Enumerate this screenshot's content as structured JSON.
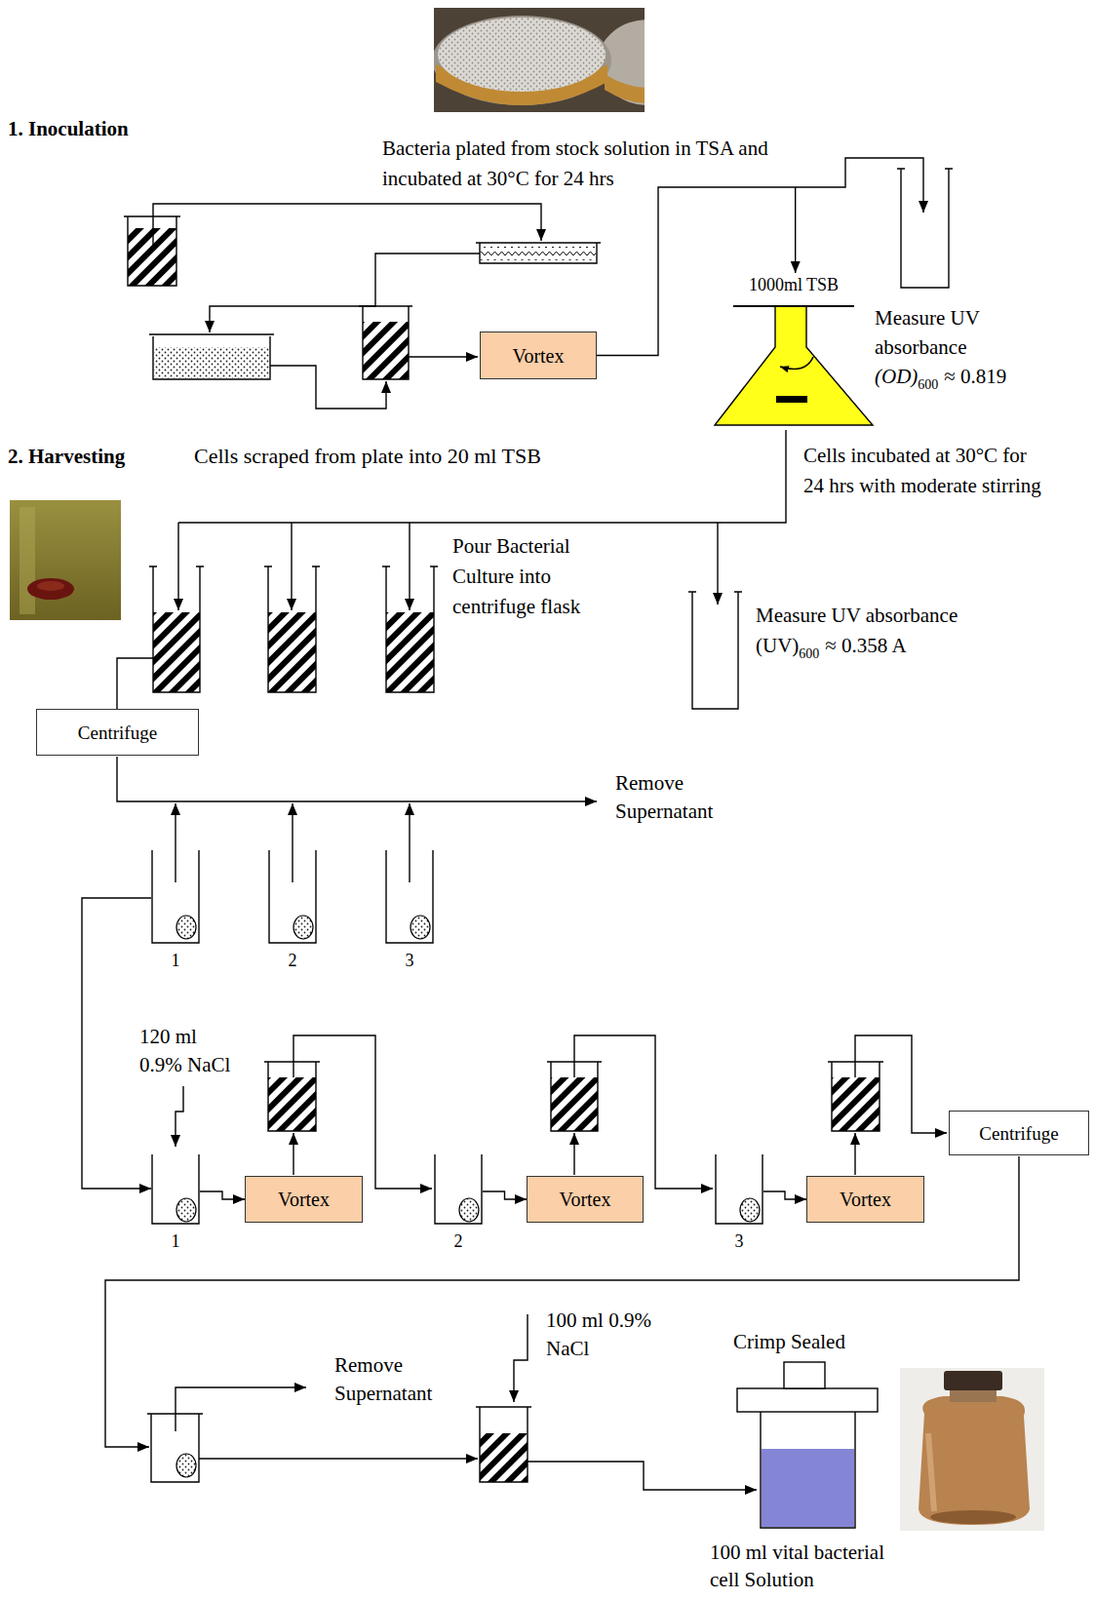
{
  "diagram": {
    "nodes": [
      {
        "text": [
          "Vortex"
        ]
      },
      {
        "text": [
          "1000ml TSB"
        ]
      },
      {
        "text": [
          "Centrifuge"
        ]
      },
      {
        "text": [
          "1"
        ]
      },
      {
        "text": [
          "2"
        ]
      },
      {
        "text": [
          "3"
        ]
      },
      {
        "text": [
          "1"
        ]
      },
      {
        "text": [
          "Vortex"
        ]
      },
      {
        "text": [
          "2"
        ]
      },
      {
        "text": [
          "Vortex"
        ]
      },
      {
        "text": [
          "3"
        ]
      },
      {
        "text": [
          "Vortex"
        ]
      },
      {
        "text": [
          "Centrifuge"
        ]
      }
    ],
    "edges": [
      {
        "from": 0,
        "to": 1,
        "arrow": "to"
      },
      {
        "from": 3,
        "to": 6,
        "arrow": "to"
      },
      {
        "from": 6,
        "to": 7,
        "arrow": "to"
      },
      {
        "from": 8,
        "to": 9,
        "arrow": "to"
      },
      {
        "from": 10,
        "to": 11,
        "arrow": "to"
      }
    ],
    "labels": [
      "1. Inoculation",
      "Bacteria plated from stock solution in TSA and incubated at 30°C for 24 hrs",
      "Measure UV absorbance",
      "(OD)",
      "600",
      "≈ 0.819",
      "Cells scraped from plate into 20 ml TSB",
      "2. Harvesting",
      "Cells incubated at 30°C for 24 hrs with moderate stirring",
      "Pour Bacterial Culture into centrifuge flask",
      "Measure UV absorbance",
      "(UV)",
      "600",
      "≈ 0.358 A",
      "Remove Supernatant",
      "120 ml 0.9% NaCl",
      "Remove Supernatant",
      "100 ml 0.9% NaCl",
      "Crimp Sealed",
      "100 ml vital bacterial cell Solution"
    ]
  }
}
